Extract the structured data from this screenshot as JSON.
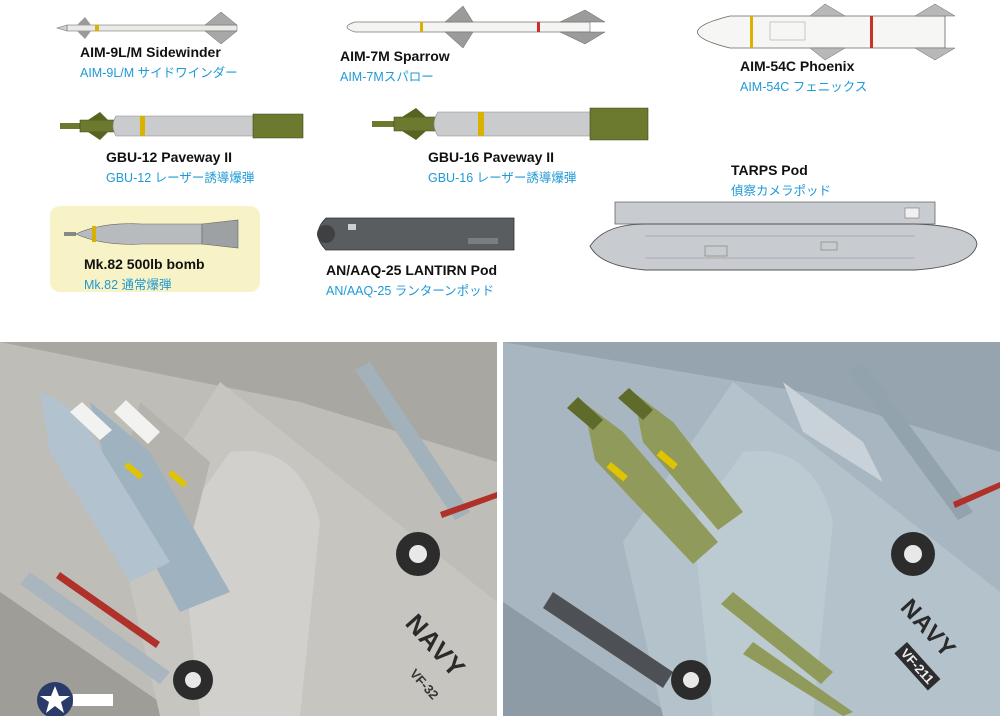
{
  "weapons": [
    {
      "key": "aim9",
      "en": "AIM-9L/M Sidewinder",
      "jp": "AIM-9L/M サイドワインダー"
    },
    {
      "key": "aim7",
      "en": "AIM-7M Sparrow",
      "jp": "AIM-7Mスパロー"
    },
    {
      "key": "aim54",
      "en": "AIM-54C Phoenix",
      "jp": "AIM-54C フェニックス"
    },
    {
      "key": "gbu12",
      "en": "GBU-12 Paveway II",
      "jp": "GBU-12 レーザー誘導爆弾"
    },
    {
      "key": "gbu16",
      "en": "GBU-16 Paveway II",
      "jp": "GBU-16 レーザー誘導爆弾"
    },
    {
      "key": "tarps",
      "en": "TARPS Pod",
      "jp": "偵察カメラポッド"
    },
    {
      "key": "mk82",
      "en": "Mk.82 500lb bomb",
      "jp": "Mk.82 通常爆弾"
    },
    {
      "key": "lantirn",
      "en": "AN/AAQ-25 LANTIRN Pod",
      "jp": "AN/AAQ-25 ランターンポッド"
    }
  ],
  "photos": {
    "left_navy": "NAVY",
    "left_unit": "VF-32",
    "right_navy": "NAVY",
    "right_unit": "VF-211"
  },
  "colors": {
    "label_jp": "#1f9ad6",
    "highlight": "#f7f3c6",
    "olive": "#6b7a2e",
    "missile_white": "#f2f2f0",
    "pod_gray": "#7a7d80"
  }
}
